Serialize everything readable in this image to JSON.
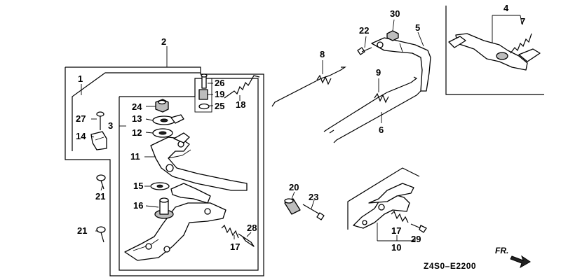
{
  "diagram": {
    "code": "Z4S0–E2200",
    "direction_label": "FR.",
    "callouts": {
      "c1": "1",
      "c2": "2",
      "c3": "3",
      "c4": "4",
      "c5": "5",
      "c6": "6",
      "c7": "7",
      "c8": "8",
      "c9": "9",
      "c10": "10",
      "c11": "11",
      "c12": "12",
      "c13": "13",
      "c14": "14",
      "c15": "15",
      "c16": "16",
      "c17a": "17",
      "c17b": "17",
      "c18": "18",
      "c19": "19",
      "c20": "20",
      "c21a": "21",
      "c21b": "21",
      "c22": "22",
      "c23": "23",
      "c24": "24",
      "c25": "25",
      "c26": "26",
      "c27": "27",
      "c28": "28",
      "c29": "29",
      "c30": "30"
    }
  }
}
